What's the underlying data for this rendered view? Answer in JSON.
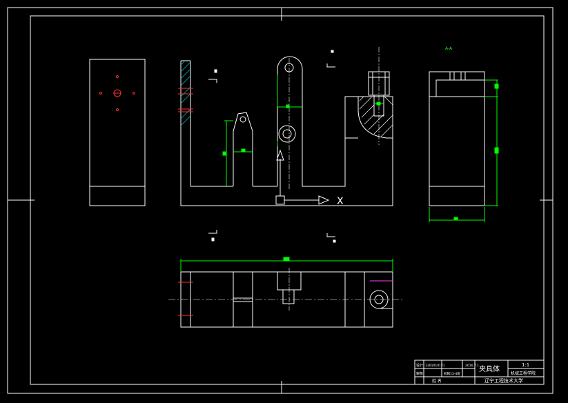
{
  "title_block": {
    "part_name": "夹具体",
    "scale": "1:1",
    "course": "机械工程学院",
    "school": "辽宁工程技术大学",
    "role_design": "设计",
    "role_check": "审核",
    "label_bottom": "姓 名",
    "date": "2016.7.1",
    "student_id": "1301010121",
    "class_name": "机制13-4班"
  },
  "labels": {
    "axis_x": "X",
    "section_mark": "A-A"
  },
  "colors": {
    "background": "#000000",
    "line": "#ffffff",
    "dimension": "#00ff00",
    "hatch": "#00ff00",
    "center_mark": "#ff3030",
    "magenta": "#ff40ff",
    "yellow": "#ffff00"
  }
}
